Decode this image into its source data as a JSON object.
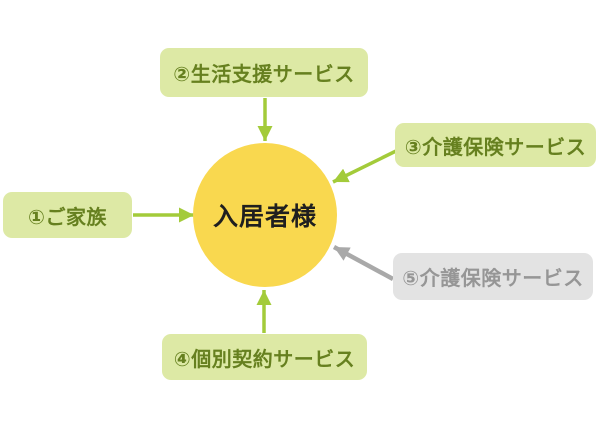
{
  "colors": {
    "background": "#ffffff",
    "box_green_fill": "#dde9a5",
    "box_green_text": "#66801f",
    "box_gray_fill": "#e3e3e3",
    "box_gray_text": "#969696",
    "arrow_green": "#a3cb3a",
    "arrow_gray": "#a9a9a9",
    "circle_fill": "#f9d84f",
    "circle_text": "#1f1f1f"
  },
  "diagram": {
    "center": {
      "label": "入居者様"
    },
    "nodes": [
      {
        "id": 1,
        "label": "①ご家族",
        "style": "green",
        "position": "left"
      },
      {
        "id": 2,
        "label": "②生活支援サービス",
        "style": "green",
        "position": "top"
      },
      {
        "id": 3,
        "label": "③介護保険サービス",
        "style": "green",
        "position": "upper-right"
      },
      {
        "id": 4,
        "label": "④個別契約サービス",
        "style": "green",
        "position": "bottom"
      },
      {
        "id": 5,
        "label": "⑤介護保険サービス",
        "style": "gray",
        "position": "lower-right"
      }
    ],
    "arrows": [
      {
        "from": "family",
        "to": "resident",
        "color": "green"
      },
      {
        "from": "life-support",
        "to": "resident",
        "color": "green"
      },
      {
        "from": "care-insurance-3",
        "to": "resident",
        "color": "green"
      },
      {
        "from": "individual-contract",
        "to": "resident",
        "color": "green"
      },
      {
        "from": "care-insurance-5",
        "to": "resident",
        "color": "gray"
      }
    ]
  }
}
